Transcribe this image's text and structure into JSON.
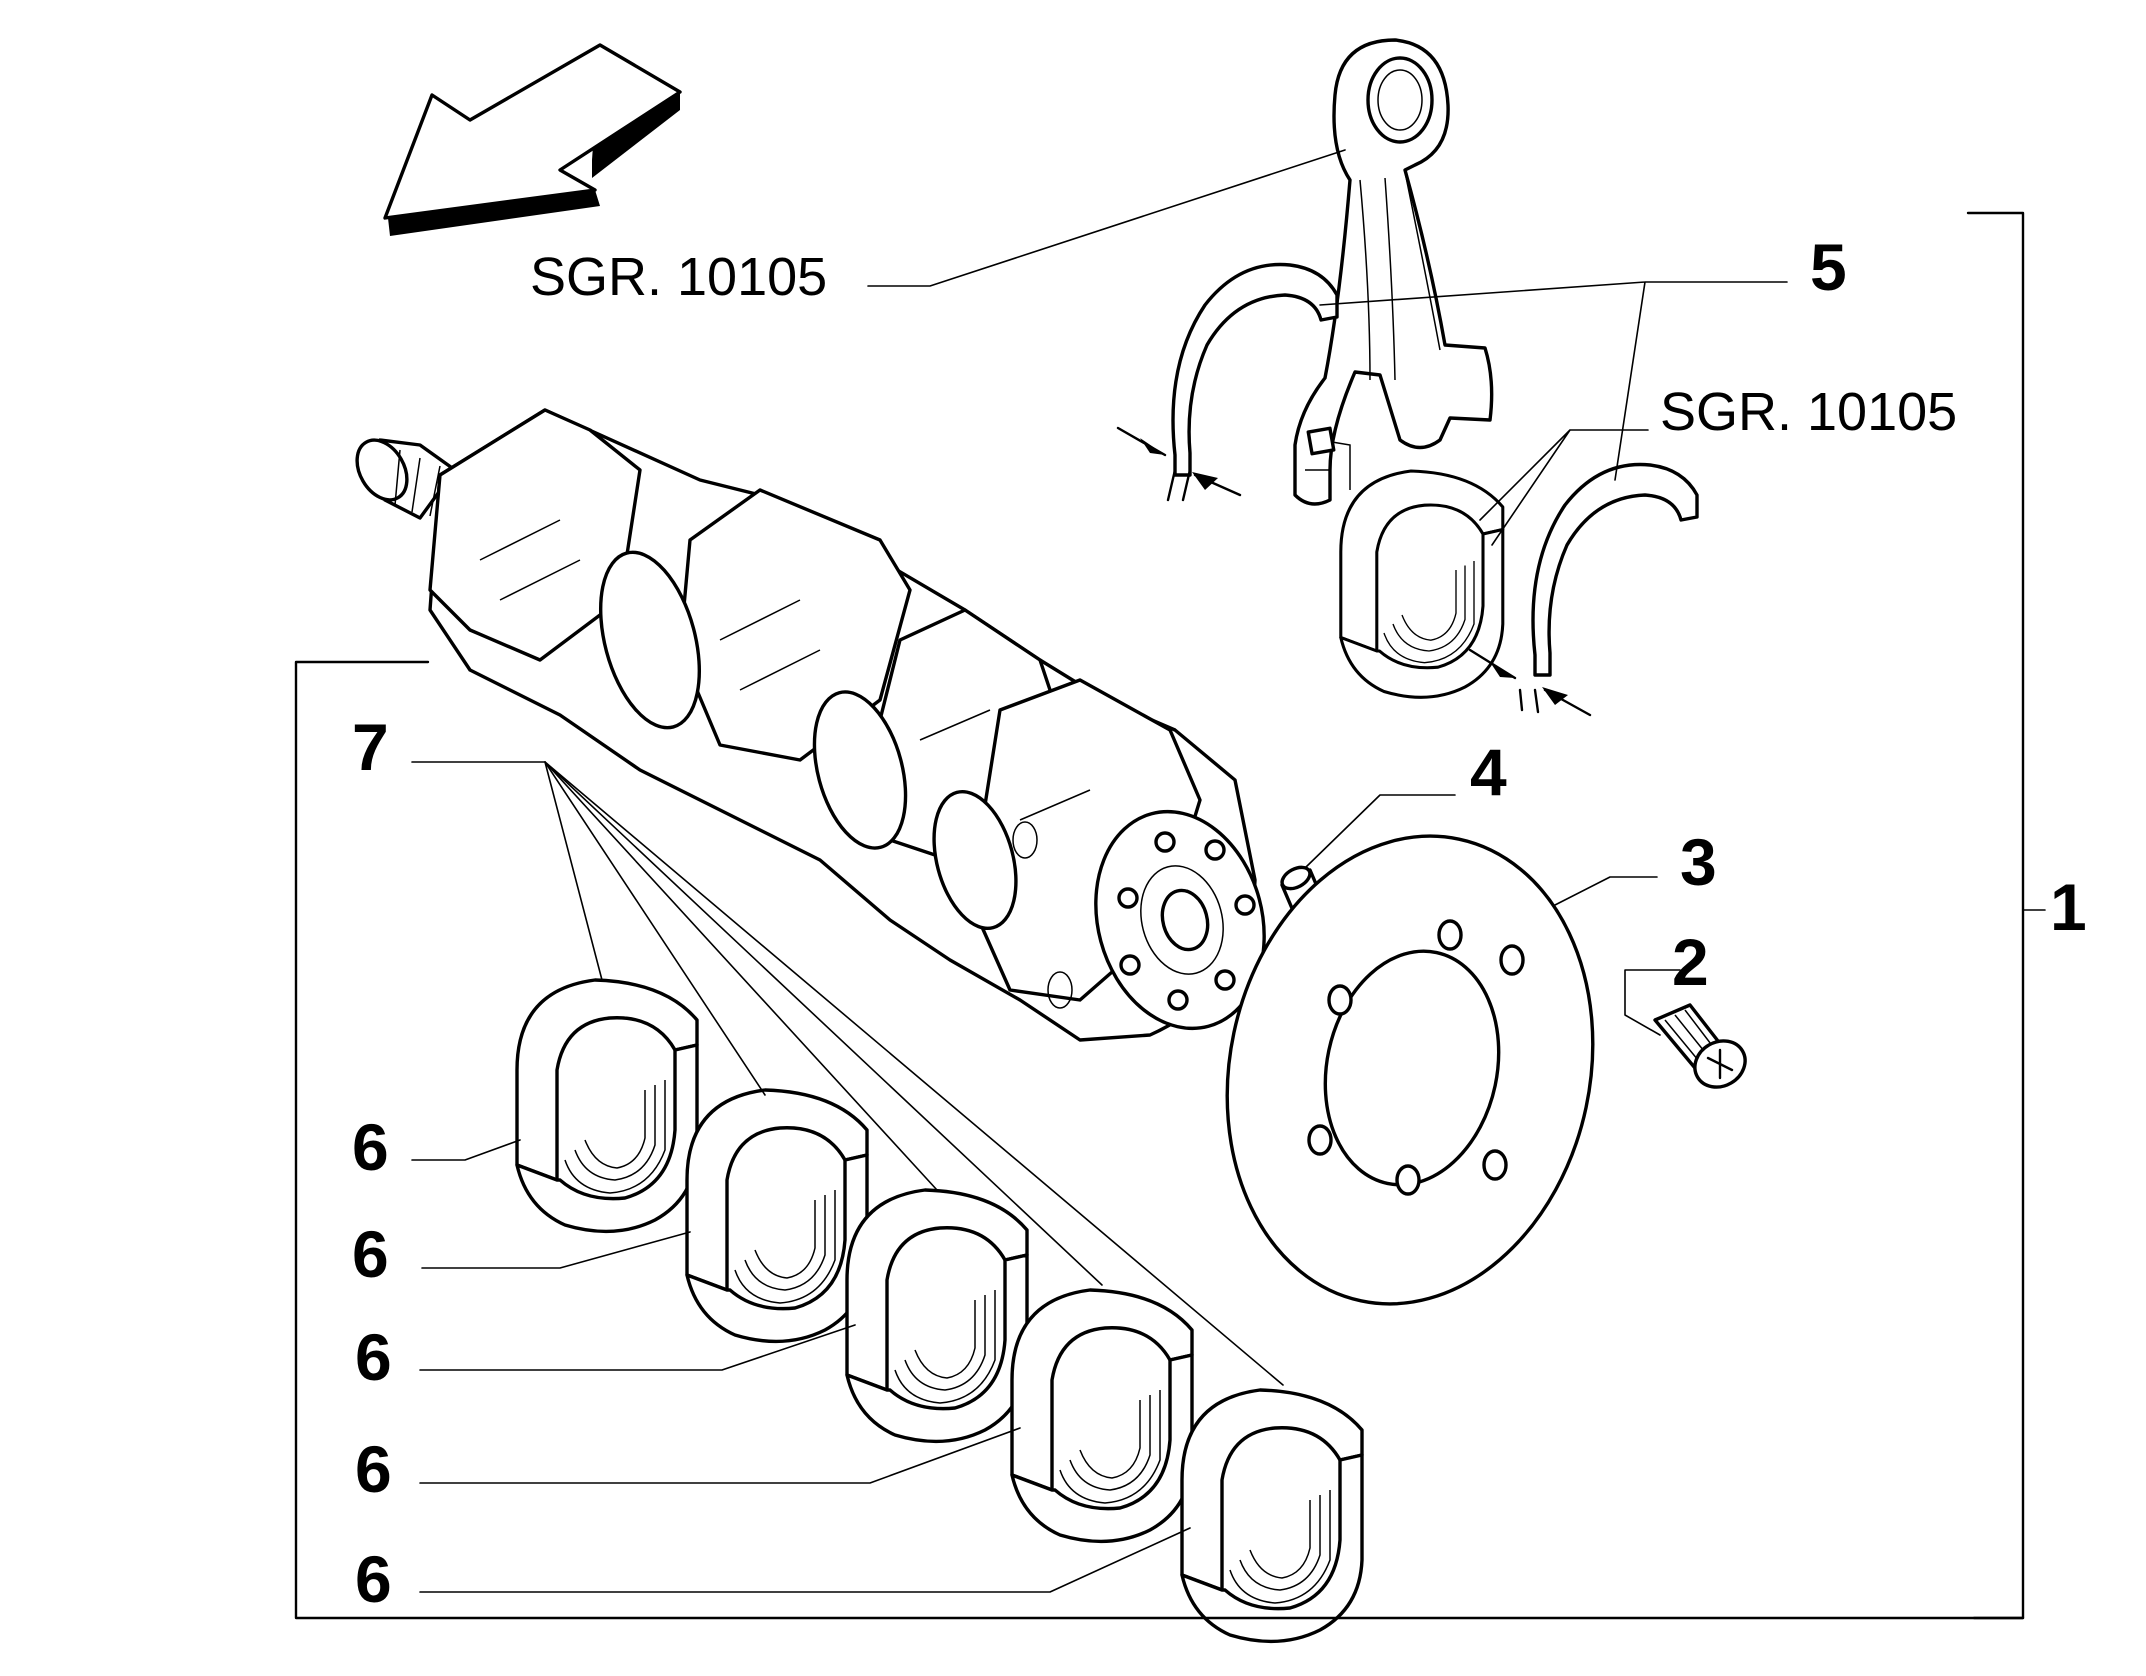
{
  "labels": {
    "sgr_top": "SGR. 10105",
    "sgr_right": "SGR. 10105",
    "n1": "1",
    "n2": "2",
    "n3": "3",
    "n4": "4",
    "n5": "5",
    "n6_a": "6",
    "n6_b": "6",
    "n6_c": "6",
    "n6_d": "6",
    "n6_e": "6",
    "n7": "7"
  },
  "colors": {
    "line": "#000000",
    "background": "#ffffff"
  },
  "icons": {
    "direction": "direction-arrow-icon"
  }
}
